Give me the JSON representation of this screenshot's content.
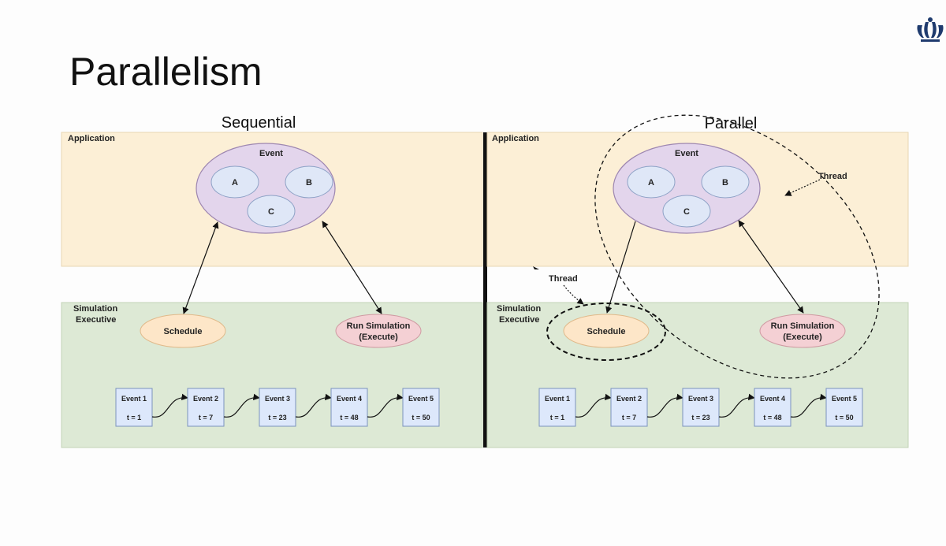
{
  "slide": {
    "title": "Parallelism"
  },
  "logo": {
    "icon": "crown-icon",
    "color": "#1f3b6e"
  },
  "colors": {
    "application_bg": "#fcefd6",
    "executive_bg": "#dde9d5",
    "event_ellipse": "#e3d5ec",
    "sub_event": "#dfe7f7",
    "schedule": "#fde6c8",
    "run": "#f4d0d4",
    "event_box": "#dde8fb"
  },
  "sequential": {
    "heading": "Sequential",
    "application_label": "Application",
    "executive_label_line1": "Simulation",
    "executive_label_line2": "Executive",
    "event_label": "Event",
    "sub_a": "A",
    "sub_b": "B",
    "sub_c": "C",
    "schedule_label": "Schedule",
    "run_line1": "Run Simulation",
    "run_line2": "(Execute)",
    "events": [
      {
        "name": "Event 1",
        "time": "t = 1"
      },
      {
        "name": "Event 2",
        "time": "t = 7"
      },
      {
        "name": "Event 3",
        "time": "t = 23"
      },
      {
        "name": "Event 4",
        "time": "t = 48"
      },
      {
        "name": "Event 5",
        "time": "t = 50"
      }
    ]
  },
  "parallel": {
    "heading": "Parallel",
    "application_label": "Application",
    "executive_label_line1": "Simulation",
    "executive_label_line2": "Executive",
    "event_label": "Event",
    "sub_a": "A",
    "sub_b": "B",
    "sub_c": "C",
    "schedule_label": "Schedule",
    "run_line1": "Run Simulation",
    "run_line2": "(Execute)",
    "thread_label_top": "Thread",
    "thread_label_left": "Thread",
    "events": [
      {
        "name": "Event 1",
        "time": "t = 1"
      },
      {
        "name": "Event 2",
        "time": "t = 7"
      },
      {
        "name": "Event 3",
        "time": "t = 23"
      },
      {
        "name": "Event 4",
        "time": "t = 48"
      },
      {
        "name": "Event 5",
        "time": "t = 50"
      }
    ]
  }
}
